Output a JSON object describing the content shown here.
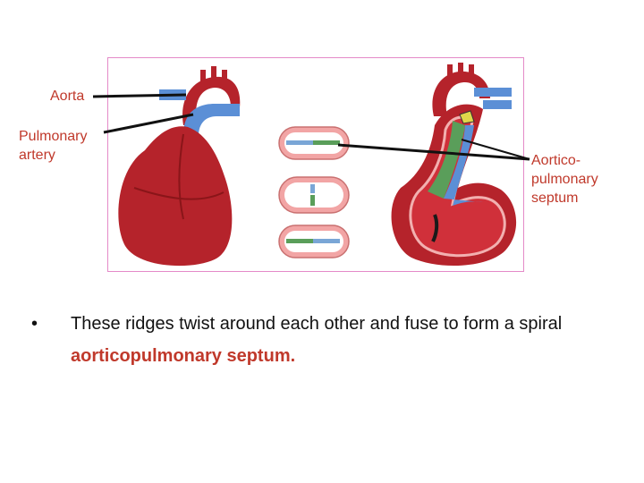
{
  "labels": {
    "aorta": "Aorta",
    "pulmonary_line1": "Pulmonary",
    "pulmonary_line2": "artery",
    "septum_line1": "Aortico-",
    "septum_line2": "pulmonary",
    "septum_line3": "septum"
  },
  "bullet": {
    "marker": "•",
    "text_before": "These ridges twist around each other and fuse to form a spiral ",
    "emphasis": "aorticopulmonary septum."
  },
  "colors": {
    "label": "#c0392b",
    "frame_border": "#e48ac8",
    "heart_red": "#b5232b",
    "pulmonary_blue": "#5b8fd6",
    "septum_green": "#5a9e5a"
  }
}
